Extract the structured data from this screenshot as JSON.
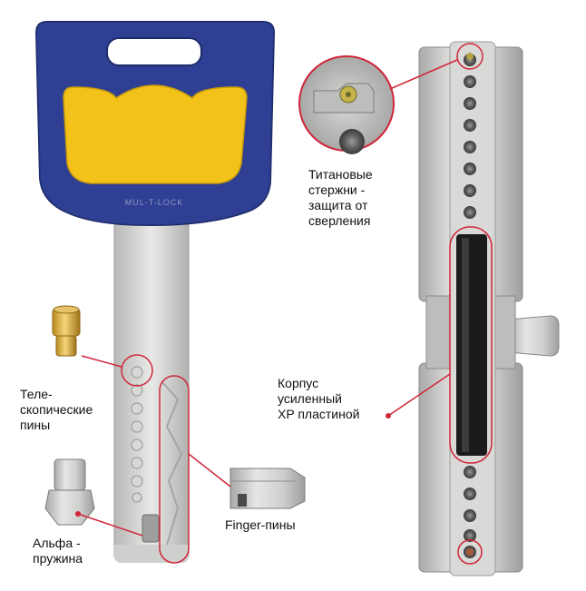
{
  "key": {
    "brand_engraving": "MUL-T-LOCK",
    "head_color": "#2b3d8f",
    "insert_color": "#f2c21a"
  },
  "labels": {
    "telescopic_pins": [
      "Теле-",
      "скопические",
      "пины"
    ],
    "alpha_spring": [
      "Альфа -",
      "пружина"
    ],
    "finger_pins": [
      "Finger-пины"
    ],
    "titanium_rods": [
      "Титановые",
      "стержни -",
      "защита от",
      "сверления"
    ],
    "xp_plate": [
      "Корпус",
      "усиленный",
      "XP пластиной"
    ]
  },
  "colors": {
    "callout": "#d0263a",
    "metal": "#c9c9c7"
  }
}
